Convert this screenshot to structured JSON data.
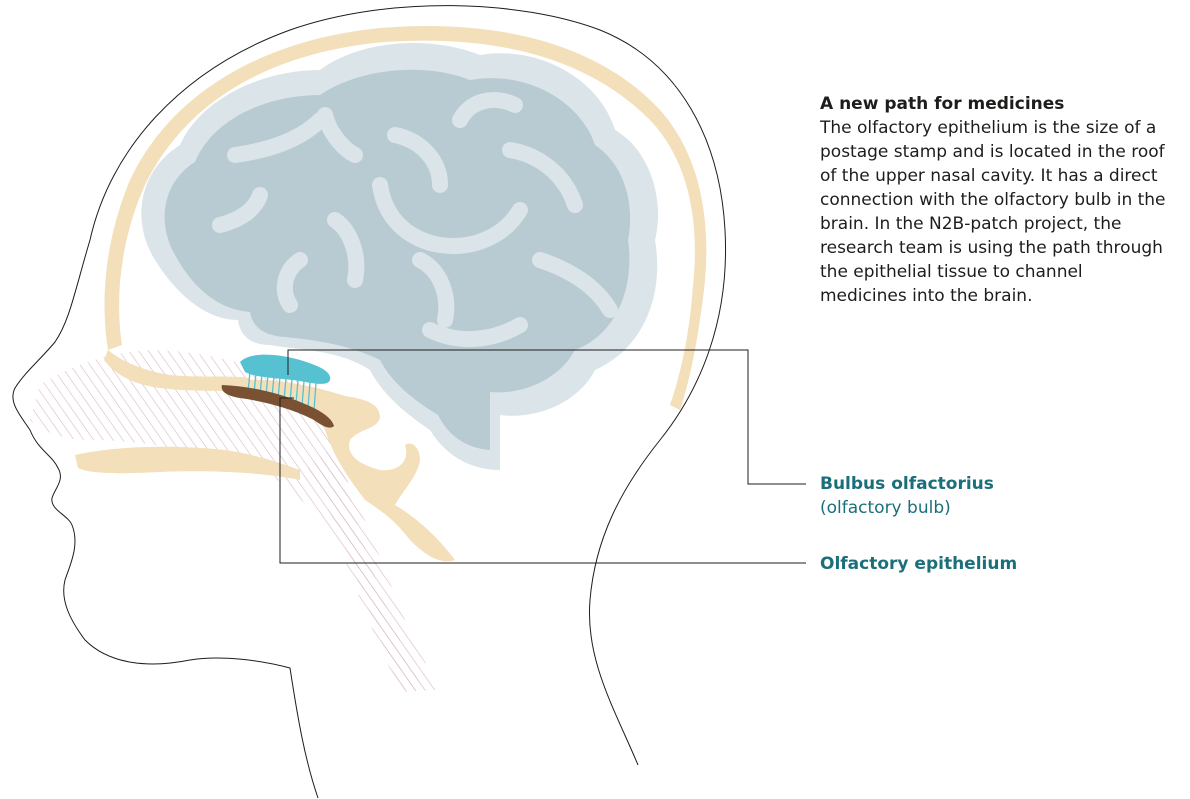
{
  "info": {
    "title": "A new path for medicines",
    "body": "The olfactory epithelium is the size of a postage stamp and is located in the roof of the upper nasal cavity. It has a direct connection with the olfactory bulb in the brain. In the N2B-patch project, the research team is using the path through the epithelial tissue to channel medicines into the brain."
  },
  "labels": {
    "bulb_title": "Bulbus olfactorius",
    "bulb_sub": "(olfactory bulb)",
    "epithelium_title": "Olfactory epithelium"
  },
  "colors": {
    "brain_outer": "#dbe4e9",
    "brain_inner": "#b9cbd2",
    "bone": "#f3dfba",
    "bulb": "#56c2d1",
    "epithelium": "#7a5233",
    "airway_hatch": "#d9b8c2",
    "label_accent": "#1b6f7a",
    "outline": "#1d1d1b"
  }
}
